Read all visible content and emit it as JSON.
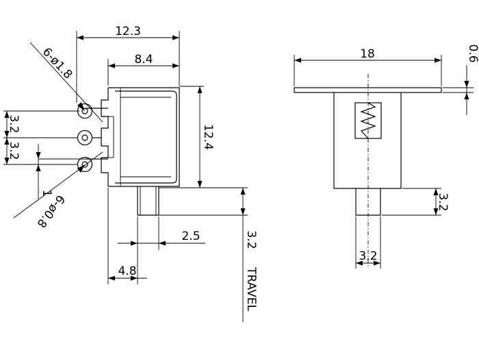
{
  "drawing": {
    "side_view": {
      "overall_width": "12.3",
      "body_width": "8.4",
      "body_height": "12.4",
      "pin_spacing_top": "3.2",
      "pin_spacing_bottom": "3.2",
      "pin_offset": "1",
      "hole_callout_top": "6-ø1.8",
      "hole_callout_bottom": "6-ø0.8",
      "actuator_width": "2.5",
      "actuator_offset": "4.8",
      "travel_value": "3.2",
      "travel_label": "TRAVEL"
    },
    "end_view": {
      "flange_width": "18",
      "flange_thickness": "0.6",
      "actuator_protrusion": "3.2",
      "actuator_width": "3.2"
    }
  }
}
